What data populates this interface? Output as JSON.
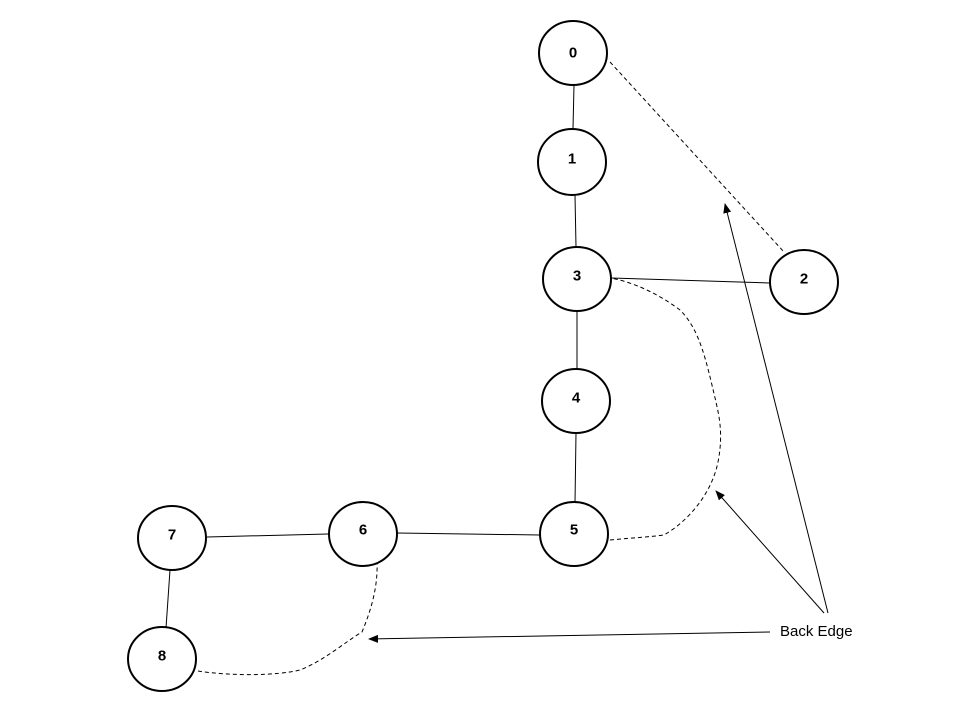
{
  "nodes": [
    {
      "id": "0",
      "label": "0"
    },
    {
      "id": "1",
      "label": "1"
    },
    {
      "id": "2",
      "label": "2"
    },
    {
      "id": "3",
      "label": "3"
    },
    {
      "id": "4",
      "label": "4"
    },
    {
      "id": "5",
      "label": "5"
    },
    {
      "id": "6",
      "label": "6"
    },
    {
      "id": "7",
      "label": "7"
    },
    {
      "id": "8",
      "label": "8"
    }
  ],
  "tree_edges": [
    {
      "from": "0",
      "to": "1"
    },
    {
      "from": "1",
      "to": "3"
    },
    {
      "from": "3",
      "to": "2"
    },
    {
      "from": "3",
      "to": "4"
    },
    {
      "from": "4",
      "to": "5"
    },
    {
      "from": "5",
      "to": "6"
    },
    {
      "from": "6",
      "to": "7"
    },
    {
      "from": "7",
      "to": "8"
    }
  ],
  "back_edges": [
    {
      "from": "2",
      "to": "0"
    },
    {
      "from": "5",
      "to": "3"
    },
    {
      "from": "8",
      "to": "6"
    }
  ],
  "annotation": {
    "label": "Back Edge"
  }
}
